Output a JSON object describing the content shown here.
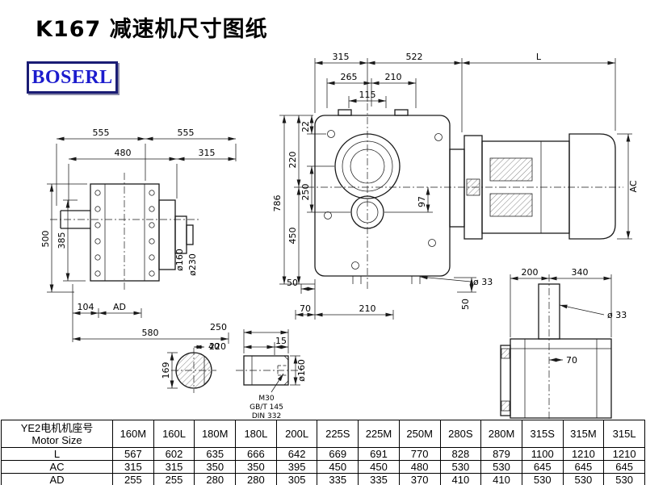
{
  "title": "K167 减速机尺寸图纸",
  "logo_text": "BOSERL",
  "dims": {
    "lv": {
      "top1": "555",
      "top2": "555",
      "mid1": "480",
      "mid2": "315",
      "left1": "385",
      "left2": "500",
      "bot1": "104",
      "bot2": "AD",
      "bot3": "580",
      "dia1": "ø160",
      "dia2": "ø230"
    },
    "cv": {
      "top1": "315",
      "top2": "522",
      "top3": "L",
      "mid1": "265",
      "mid2": "210",
      "mid3": "115",
      "v1": "22",
      "v2": "220",
      "v3": "250",
      "v4": "450",
      "v5": "786",
      "v6": "97",
      "b1": "50",
      "b2": "70",
      "b3": "210",
      "b4": "ø 33",
      "b5": "50",
      "ac": "AC"
    },
    "sec": {
      "d1": "40",
      "d2": "169"
    },
    "se": {
      "l1": "250",
      "l2": "220",
      "l3": "15",
      "thread": "M30",
      "std1": "GB/T 145",
      "std2": "DIN 332",
      "dia": "ø160"
    },
    "tv": {
      "t1": "200",
      "t2": "340",
      "dia": "ø 33",
      "i1": "70"
    }
  },
  "table": {
    "header_cn": "YE2电机机座号",
    "header_en": "Motor Size",
    "columns": [
      "160M",
      "160L",
      "180M",
      "180L",
      "200L",
      "225S",
      "225M",
      "250M",
      "280S",
      "280M",
      "315S",
      "315M",
      "315L"
    ],
    "rows": [
      {
        "label": "L",
        "values": [
          "567",
          "602",
          "635",
          "666",
          "642",
          "669",
          "691",
          "770",
          "828",
          "879",
          "1100",
          "1210",
          "1210"
        ]
      },
      {
        "label": "AC",
        "values": [
          "315",
          "315",
          "350",
          "350",
          "395",
          "450",
          "450",
          "480",
          "530",
          "530",
          "645",
          "645",
          "645"
        ]
      },
      {
        "label": "AD",
        "values": [
          "255",
          "255",
          "280",
          "280",
          "305",
          "335",
          "335",
          "370",
          "410",
          "410",
          "530",
          "530",
          "530"
        ]
      }
    ]
  }
}
